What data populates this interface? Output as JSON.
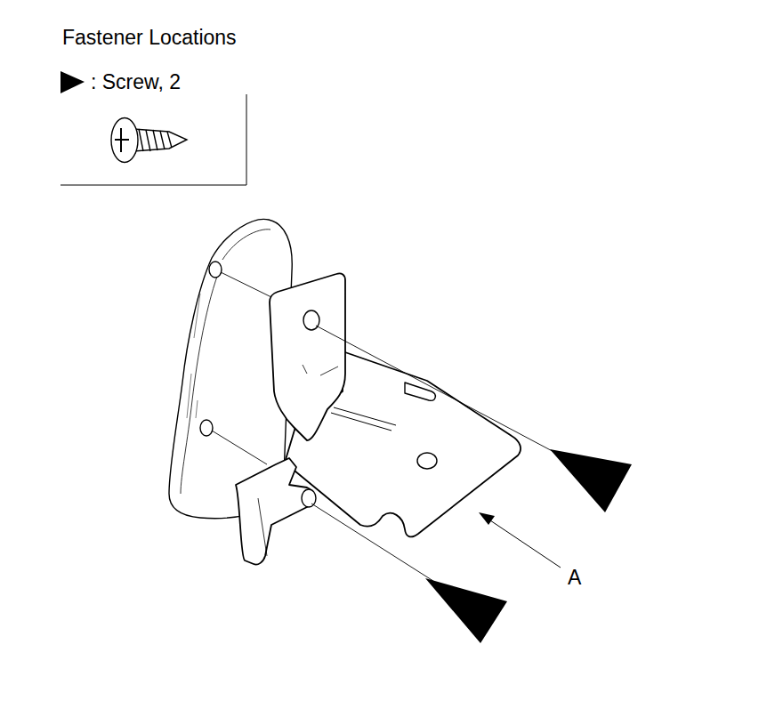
{
  "diagram": {
    "title": "Fastener Locations",
    "labels": [
      "A"
    ],
    "legend": [
      {
        "text": ": Screw, 2"
      }
    ]
  }
}
